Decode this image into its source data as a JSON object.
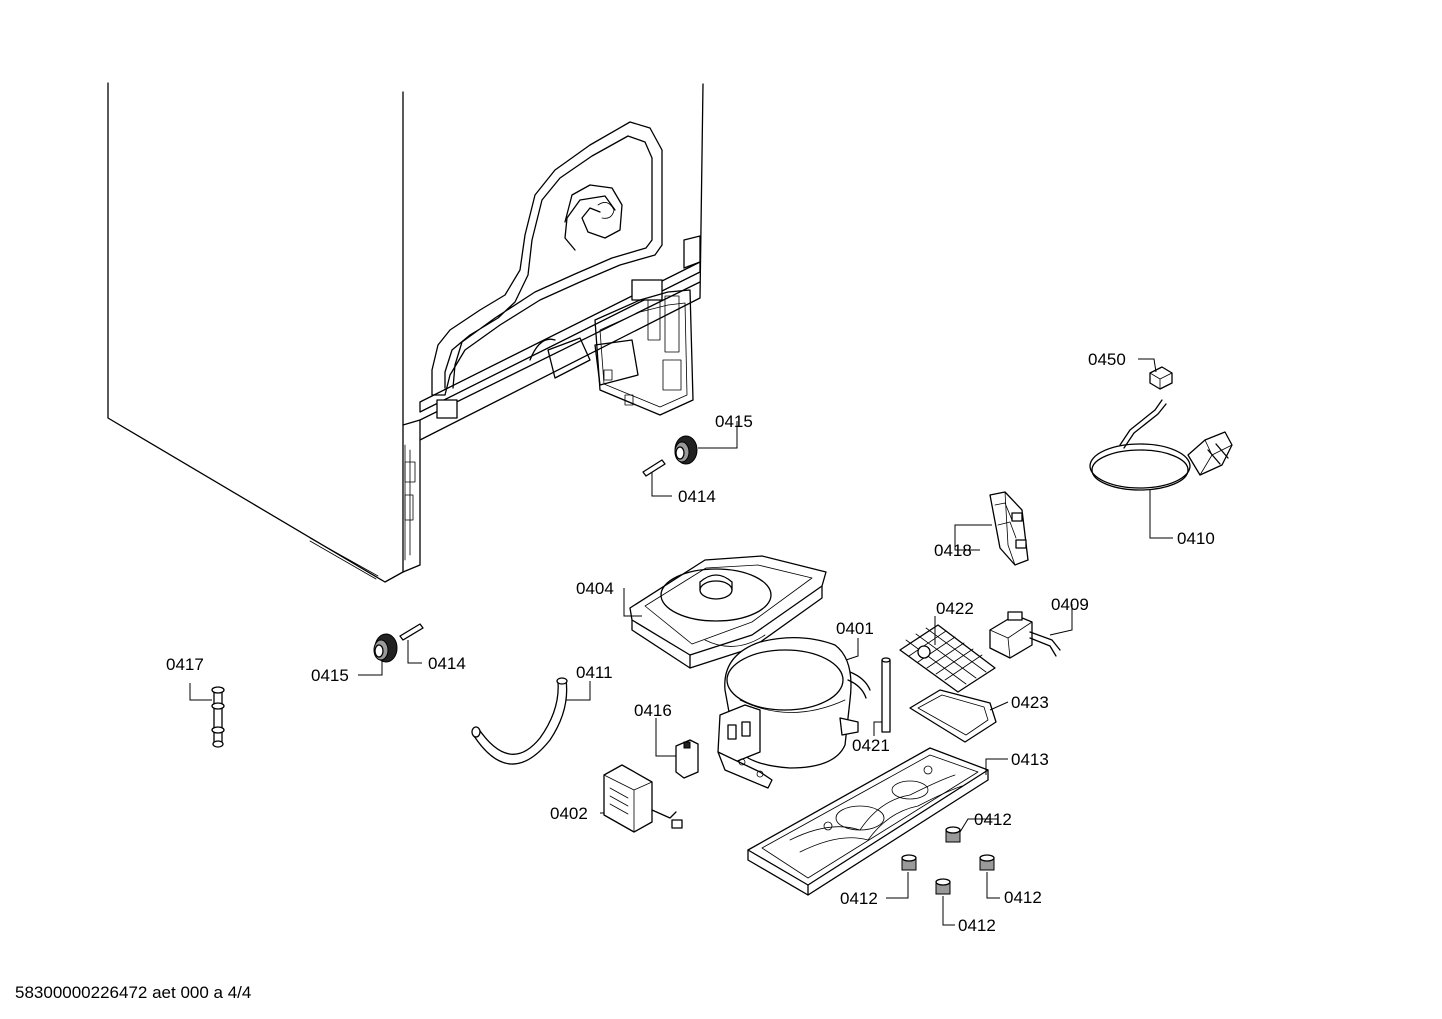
{
  "labels": {
    "p0450": "0450",
    "p0415_top": "0415",
    "p0414_top": "0414",
    "p0410": "0410",
    "p0418": "0418",
    "p0404": "0404",
    "p0422": "0422",
    "p0409": "0409",
    "p0401": "0401",
    "p0417": "0417",
    "p0415_left": "0415",
    "p0414_left": "0414",
    "p0411": "0411",
    "p0416": "0416",
    "p0423": "0423",
    "p0421": "0421",
    "p0413": "0413",
    "p0402": "0402",
    "p0412_a": "0412",
    "p0412_b": "0412",
    "p0412_c": "0412",
    "p0412_d": "0412"
  },
  "footer": {
    "doc_id": "58300000226472 aet 000 a 4/4"
  }
}
